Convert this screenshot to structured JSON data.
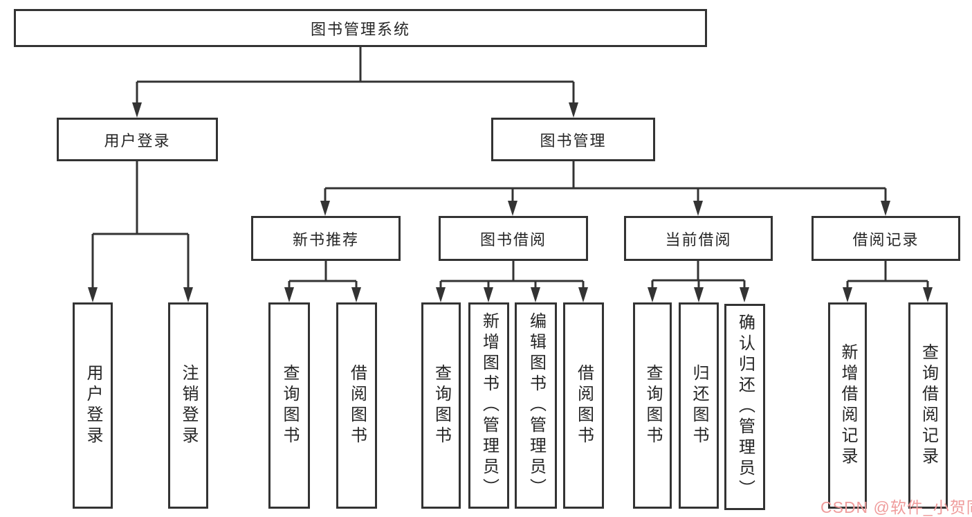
{
  "diagram": {
    "nodes": {
      "root": "图书管理系统",
      "user_login": "用户登录",
      "book_management": "图书管理",
      "new_book_recommend": "新书推荐",
      "book_borrow": "图书借阅",
      "current_borrow": "当前借阅",
      "borrow_record": "借阅记录",
      "user_login_children": [
        "用户登录",
        "注销登录"
      ],
      "new_book_children": [
        "查询图书",
        "借阅图书"
      ],
      "book_borrow_children": [
        "查询图书",
        "新增图书（管理员）",
        "编辑图书（管理员）",
        "借阅图书"
      ],
      "current_borrow_children": [
        "查询图书",
        "归还图书",
        "确认归还（管理员）"
      ],
      "borrow_record_children": [
        "新增借阅记录",
        "查询借阅记录"
      ]
    },
    "watermark": "CSDN @软件_小贺同学",
    "colors": {
      "line": "#333333",
      "text": "#252525",
      "watermark": "#ef9b9b",
      "background": "#ffffff"
    }
  }
}
